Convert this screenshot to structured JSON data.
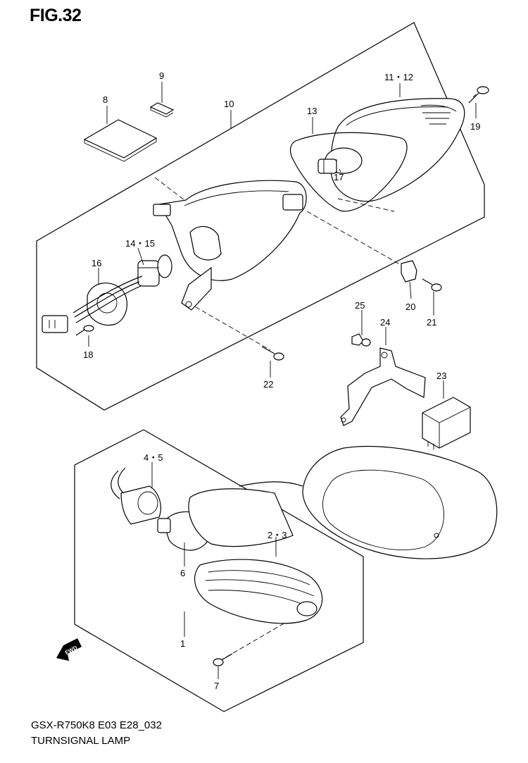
{
  "figure": {
    "title": "FIG.32",
    "model_code": "GSX-R750K8 E03 E28_032",
    "assembly_name": "TURNSIGNAL LAMP",
    "fwd_label": "FWD"
  },
  "callouts": [
    {
      "id": "c1",
      "label": "1"
    },
    {
      "id": "c23",
      "label": "2・3"
    },
    {
      "id": "c45",
      "label": "4・5"
    },
    {
      "id": "c6",
      "label": "6"
    },
    {
      "id": "c7",
      "label": "7"
    },
    {
      "id": "c8",
      "label": "8"
    },
    {
      "id": "c9",
      "label": "9"
    },
    {
      "id": "c10",
      "label": "10"
    },
    {
      "id": "c1112",
      "label": "11・12"
    },
    {
      "id": "c13",
      "label": "13"
    },
    {
      "id": "c1415",
      "label": "14・15"
    },
    {
      "id": "c16",
      "label": "16"
    },
    {
      "id": "c17",
      "label": "17"
    },
    {
      "id": "c18",
      "label": "18"
    },
    {
      "id": "c19",
      "label": "19"
    },
    {
      "id": "c20",
      "label": "20"
    },
    {
      "id": "c21",
      "label": "21"
    },
    {
      "id": "c22",
      "label": "22"
    },
    {
      "id": "c23b",
      "label": "23"
    },
    {
      "id": "c24",
      "label": "24"
    },
    {
      "id": "c25",
      "label": "25"
    }
  ]
}
